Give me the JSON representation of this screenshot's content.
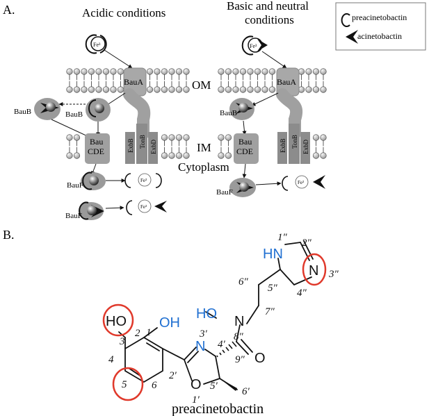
{
  "panel_a": {
    "label": "A.",
    "acidic_title": "Acidic conditions",
    "basic_title_line1": "Basic and neutral",
    "basic_title_line2": "conditions",
    "om": "OM",
    "im": "IM",
    "cytoplasm": "Cytoplasm",
    "fe": "Fe³",
    "baua": "BauA",
    "baub": "BauB",
    "bau": "Bau",
    "cde": "CDE",
    "bauf": "BauF",
    "exbb": "ExbB",
    "tonb": "TonB",
    "exbd": "ExbD",
    "legend": {
      "preacinetobactin": "preacinetobactin",
      "acinetobactin": "acinetobactin"
    }
  },
  "panel_b": {
    "label": "B.",
    "compound_name": "preacinetobactin",
    "atoms": {
      "ho_left": "HO",
      "oh_top": "OH",
      "n_oxazoline": "N",
      "o_ring": "O",
      "ho_n": "HO",
      "n_amide": "N",
      "o_carbonyl": "O",
      "hn": "HN",
      "n_imid": "N"
    },
    "numbering": {
      "n1": "1",
      "n2": "2",
      "n3": "3",
      "n4": "4",
      "n5": "5",
      "n6": "6",
      "n1p": "1′",
      "n2p": "2′",
      "n3p": "3′",
      "n4p": "4′",
      "n5p": "5′",
      "n6p": "6′",
      "n1pp": "1″",
      "n2pp": "2″",
      "n3pp": "3″",
      "n4pp": "4″",
      "n5pp": "5″",
      "n6pp": "6″",
      "n7pp": "7″",
      "n8pp": "8″",
      "n9pp": "9″"
    },
    "colors": {
      "heteroatom": "#1f6fd1",
      "highlight": "#e0392b"
    }
  }
}
